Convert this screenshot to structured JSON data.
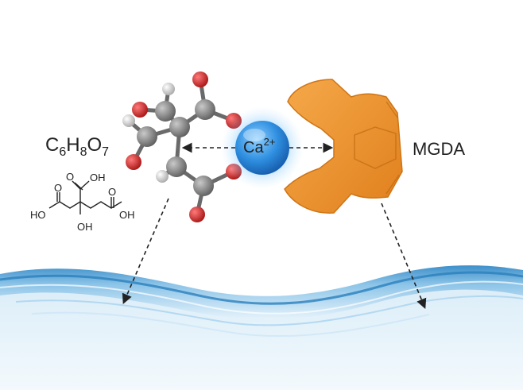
{
  "labels": {
    "formula": {
      "c": "C",
      "c_sub": "6",
      "h": "H",
      "h_sub": "8",
      "o": "O",
      "o_sub": "7"
    },
    "ion": {
      "symbol": "Ca",
      "charge": "2+"
    },
    "chelator": "MGDA",
    "structure": {
      "oh_top": "OH",
      "o_top": "O",
      "o_left": "O",
      "o_right": "O",
      "ho_left": "HO",
      "oh_right": "OH",
      "oh_center": "OH"
    }
  },
  "colors": {
    "carbon": "#8a8a8a",
    "oxygen": "#d42b2b",
    "hydrogen": "#e8e8e8",
    "calcium": "#2a8de0",
    "mgda": "#f0962e",
    "water": "#4a9fd4",
    "arrow": "#222222"
  }
}
